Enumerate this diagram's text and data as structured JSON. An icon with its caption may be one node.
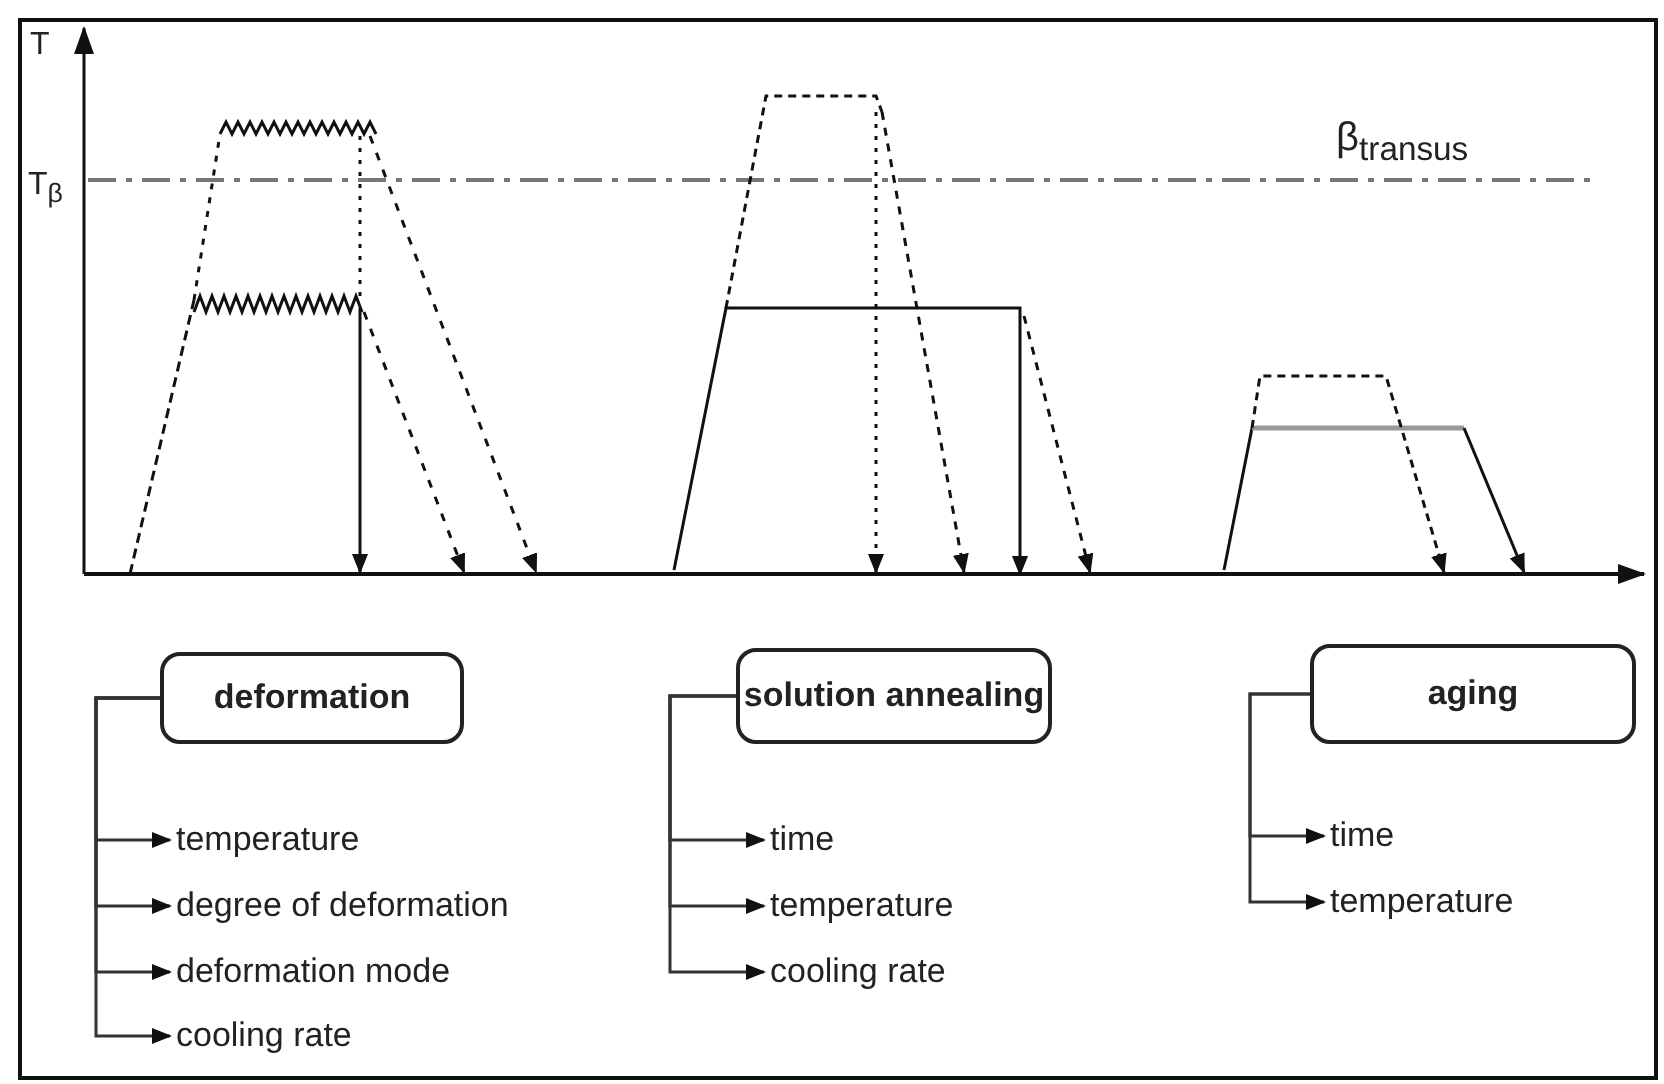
{
  "diagram": {
    "nodes": [
      {
        "text": [
          "deformation"
        ]
      },
      {
        "text": [
          "temperature"
        ]
      },
      {
        "text": [
          "degree of deformation"
        ]
      },
      {
        "text": [
          "deformation mode"
        ]
      },
      {
        "text": [
          "cooling rate"
        ]
      },
      {
        "text": [
          "solution annealing"
        ]
      },
      {
        "text": [
          "time"
        ]
      },
      {
        "text": [
          "temperature"
        ]
      },
      {
        "text": [
          "cooling rate"
        ]
      },
      {
        "text": [
          "aging"
        ]
      },
      {
        "text": [
          "time"
        ]
      },
      {
        "text": [
          "temperature"
        ]
      }
    ],
    "edges": [
      {
        "from": 0,
        "to": 1,
        "arrow": "to"
      },
      {
        "from": 0,
        "to": 2,
        "arrow": "to"
      },
      {
        "from": 0,
        "to": 3,
        "arrow": "to"
      },
      {
        "from": 0,
        "to": 4,
        "arrow": "to"
      },
      {
        "from": 5,
        "to": 6,
        "arrow": "to"
      },
      {
        "from": 5,
        "to": 7,
        "arrow": "to"
      },
      {
        "from": 5,
        "to": 8,
        "arrow": "to"
      },
      {
        "from": 9,
        "to": 10,
        "arrow": "to"
      },
      {
        "from": 9,
        "to": 11,
        "arrow": "to"
      }
    ],
    "labels": [
      "T",
      "β$_{transus}$",
      "T$_{β}$"
    ]
  }
}
